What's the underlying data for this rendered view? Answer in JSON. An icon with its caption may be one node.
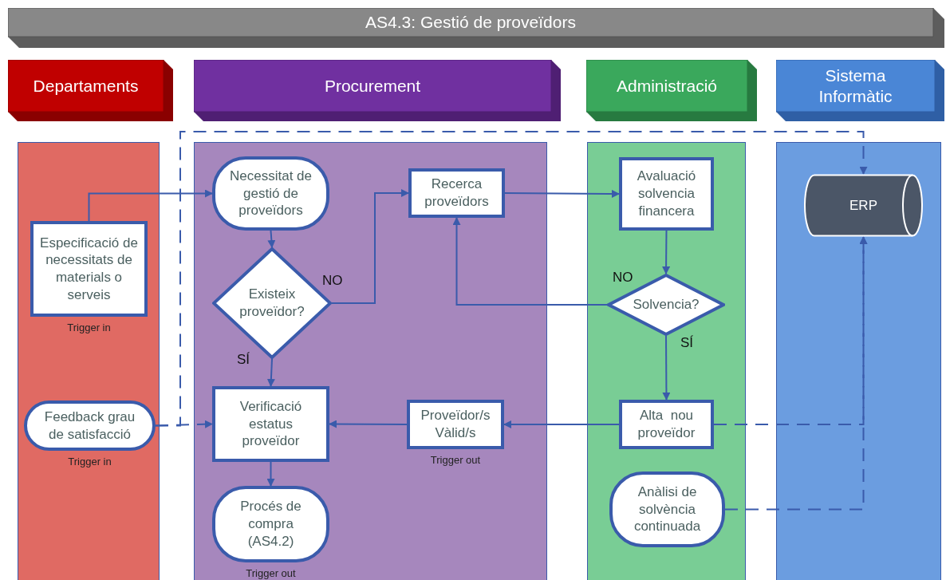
{
  "diagram": {
    "title": "AS4.3: Gestió de proveïdors",
    "nodes": [
      {
        "text": [
          "Departaments"
        ]
      },
      {
        "text": [
          "Procurement"
        ]
      },
      {
        "text": [
          "Administració"
        ]
      },
      {
        "text": [
          "Sistema Informàtic"
        ]
      },
      {
        "text": [
          "Especificació de necessitats de materials o serveis"
        ],
        "in": 0,
        "beside": [
          "Trigger in"
        ]
      },
      {
        "text": [
          "Feedback grau de satisfacció"
        ],
        "in": 0,
        "beside": [
          "Trigger in"
        ]
      },
      {
        "text": [
          "Necessitat de gestió de proveïdors"
        ],
        "in": 1
      },
      {
        "text": [
          "Existeix proveïdor?"
        ],
        "in": 1
      },
      {
        "text": [
          "Recerca proveïdors"
        ],
        "in": 1
      },
      {
        "text": [
          "Verificació estatus proveïdor"
        ],
        "in": 1
      },
      {
        "text": [
          "Proveïdor/s Vàlid/s"
        ],
        "in": 1,
        "beside": [
          "Trigger out"
        ]
      },
      {
        "text": [
          "Procés de compra (AS4.2)"
        ],
        "in": 1,
        "beside": [
          "Trigger out"
        ]
      },
      {
        "text": [
          "Avaluació solvencia financera"
        ],
        "in": 2
      },
      {
        "text": [
          "Solvencia?"
        ],
        "in": 2
      },
      {
        "text": [
          "Alta  nou proveïdor"
        ],
        "in": 2
      },
      {
        "text": [
          "Anàlisi de solvència continuada"
        ],
        "in": 2
      },
      {
        "text": [
          "ERP"
        ],
        "in": 3
      }
    ],
    "edges": [
      {
        "from": 4,
        "to": 6,
        "arrow": "to"
      },
      {
        "from": 6,
        "to": 7,
        "arrow": "to"
      },
      {
        "from": 7,
        "to": 8,
        "arrow": "to",
        "label": "NO"
      },
      {
        "from": 7,
        "to": 9,
        "arrow": "to",
        "label": "SÍ"
      },
      {
        "from": 8,
        "to": 12,
        "arrow": "to"
      },
      {
        "from": 12,
        "to": 13,
        "arrow": "to"
      },
      {
        "from": 13,
        "to": 8,
        "arrow": "to",
        "label": "NO"
      },
      {
        "from": 13,
        "to": 14,
        "arrow": "to",
        "label": "SÍ"
      },
      {
        "from": 14,
        "to": 10,
        "arrow": "to"
      },
      {
        "from": 10,
        "to": 9,
        "arrow": "to"
      },
      {
        "from": 9,
        "to": 11,
        "arrow": "to"
      },
      {
        "from": 5,
        "to": 9,
        "arrow": "to",
        "style": "dashed"
      },
      {
        "from": 5,
        "to": 16,
        "arrow": "to",
        "style": "dashed"
      },
      {
        "from": 14,
        "to": 16,
        "arrow": "to",
        "style": "dashed"
      },
      {
        "from": 15,
        "to": 16,
        "arrow": "to",
        "style": "dashed"
      }
    ]
  }
}
